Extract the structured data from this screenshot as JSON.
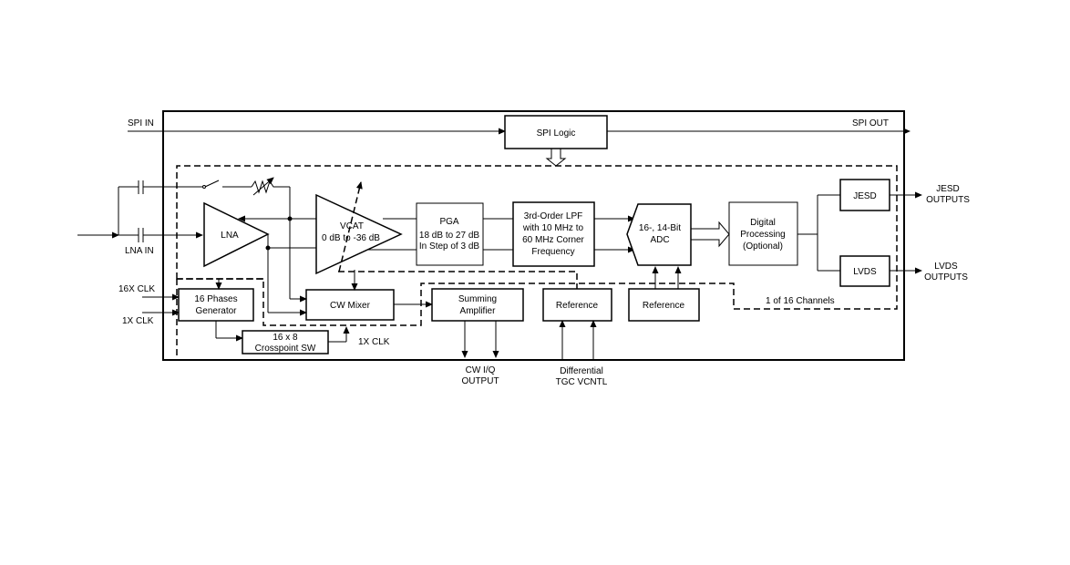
{
  "colors": {
    "line": "#000000",
    "background": "#ffffff"
  },
  "io": {
    "spi_in": "SPI IN",
    "spi_out": "SPI OUT",
    "lna_in": "LNA IN",
    "clk_16x": "16X CLK",
    "clk_1x": "1X CLK",
    "clk_1x_crosspoint": "1X CLK",
    "jesd_out_1": "JESD",
    "jesd_out_2": "OUTPUTS",
    "lvds_out_1": "LVDS",
    "lvds_out_2": "OUTPUTS",
    "cw_iq_1": "CW I/Q",
    "cw_iq_2": "OUTPUT",
    "tgc_1": "Differential",
    "tgc_2": "TGC VCNTL"
  },
  "blocks": {
    "spi_logic": "SPI Logic",
    "lna": "LNA",
    "vcat_1": "VCAT",
    "vcat_2": "0 dB to -36 dB",
    "pga_1": "PGA",
    "pga_2": "18 dB to 27 dB",
    "pga_3": "In Step of 3 dB",
    "lpf_1": "3rd-Order LPF",
    "lpf_2": "with 10 MHz to",
    "lpf_3": "60 MHz Corner",
    "lpf_4": "Frequency",
    "adc_1": "16-, 14-Bit",
    "adc_2": "ADC",
    "dsp_1": "Digital",
    "dsp_2": "Processing",
    "dsp_3": "(Optional)",
    "jesd": "JESD",
    "lvds": "LVDS",
    "phases_1": "16 Phases",
    "phases_2": "Generator",
    "crosspoint_1": "16 x 8",
    "crosspoint_2": "Crosspoint SW",
    "cw_mixer": "CW Mixer",
    "summing_1": "Summing",
    "summing_2": "Amplifier",
    "reference_1": "Reference",
    "reference_2": "Reference",
    "channels": "1 of 16 Channels"
  }
}
